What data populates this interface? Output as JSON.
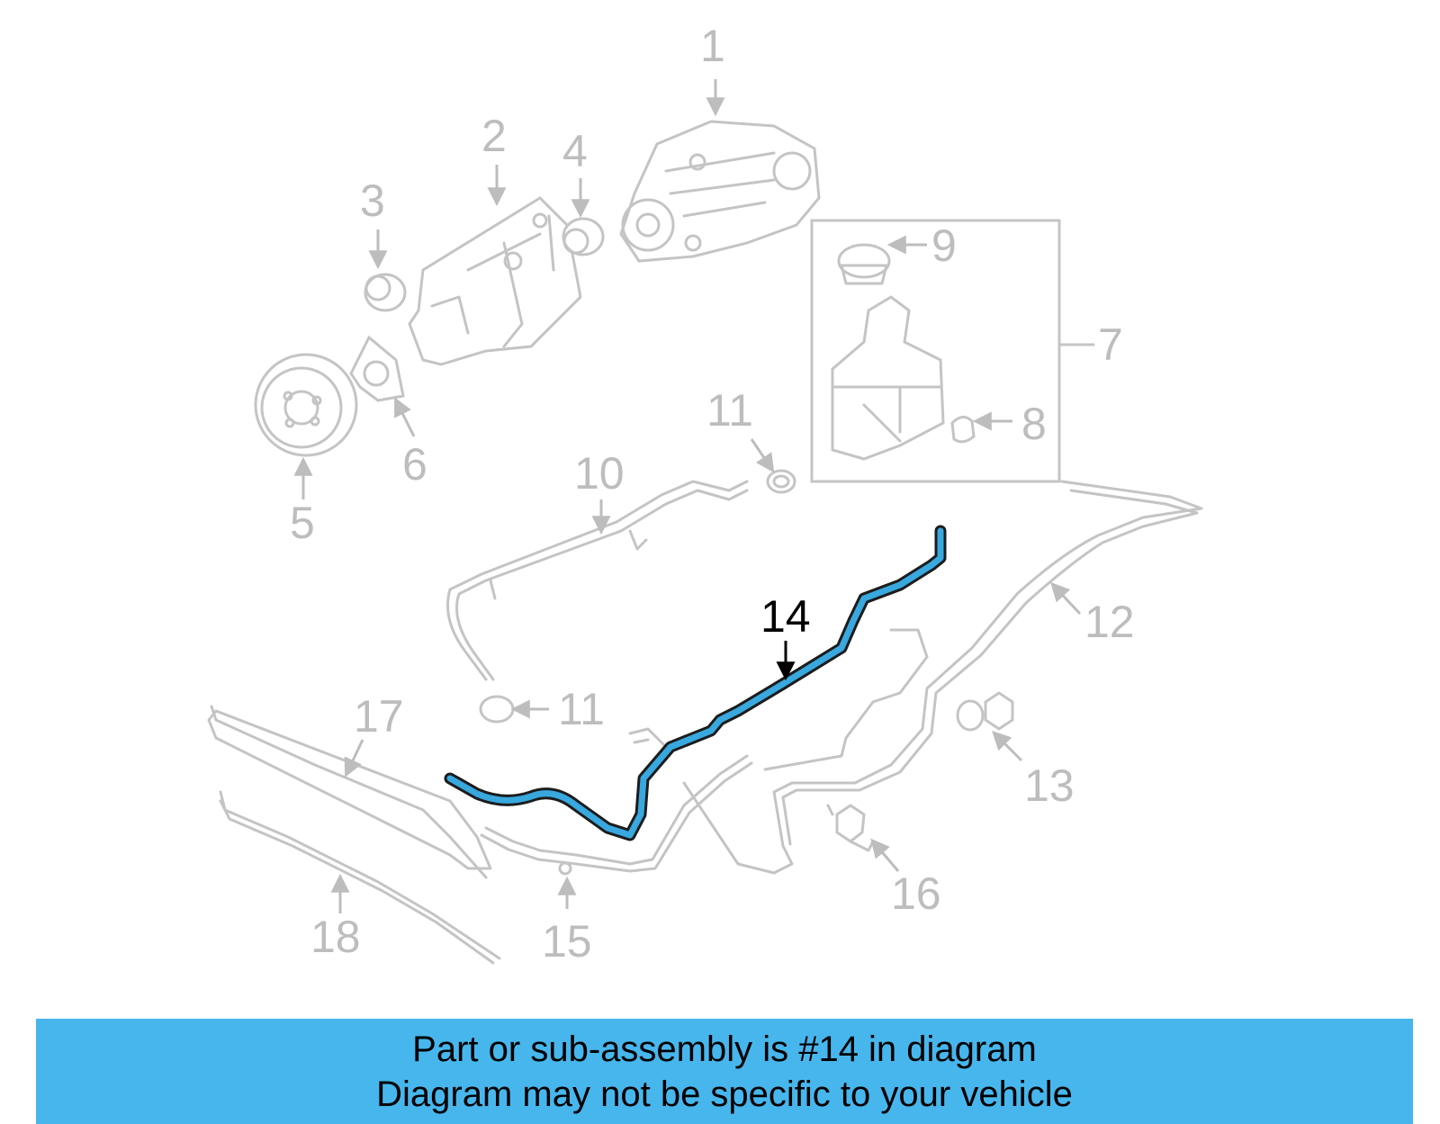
{
  "diagram": {
    "callouts": {
      "c1": "1",
      "c2": "2",
      "c3": "3",
      "c4": "4",
      "c5": "5",
      "c6": "6",
      "c7": "7",
      "c8": "8",
      "c9": "9",
      "c10": "10",
      "c11a": "11",
      "c11b": "11",
      "c12": "12",
      "c13": "13",
      "c14": "14",
      "c15": "15",
      "c16": "16",
      "c17": "17",
      "c18": "18"
    },
    "highlighted_part": "14",
    "colors": {
      "highlight": "#38a8df",
      "parts": "#c4c4c4",
      "banner": "#47b6ed"
    }
  },
  "banner": {
    "line1": "Part or sub-assembly is #14 in diagram",
    "line2": "Diagram may not be specific to your vehicle"
  }
}
